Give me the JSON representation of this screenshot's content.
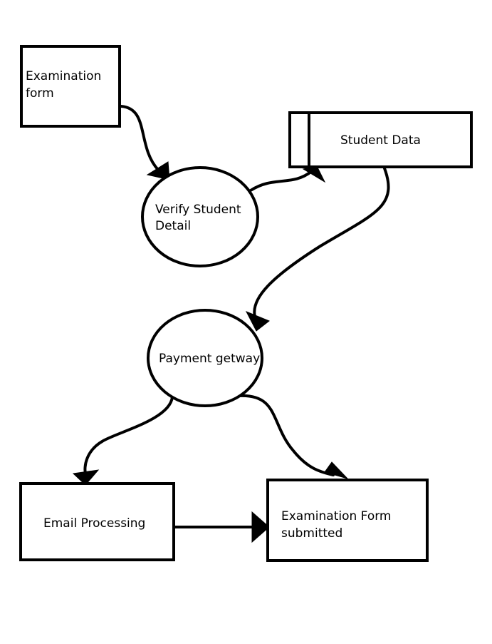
{
  "diagram": {
    "nodes": [
      {
        "id": "examination-form",
        "kind": "external-entity",
        "lines": [
          "Examination",
          "form"
        ]
      },
      {
        "id": "student-data",
        "kind": "data-store",
        "lines": [
          "Student Data"
        ]
      },
      {
        "id": "verify-student-detail",
        "kind": "process",
        "lines": [
          "Verify Student",
          "Detail"
        ]
      },
      {
        "id": "payment-getway",
        "kind": "process",
        "lines": [
          "Payment getway"
        ]
      },
      {
        "id": "email-processing",
        "kind": "external-entity",
        "lines": [
          "Email Processing"
        ]
      },
      {
        "id": "examination-form-submitted",
        "kind": "external-entity",
        "lines": [
          "Examination Form",
          "submitted"
        ]
      }
    ],
    "edges": [
      {
        "from": "examination-form",
        "to": "verify-student-detail"
      },
      {
        "from": "verify-student-detail",
        "to": "student-data"
      },
      {
        "from": "student-data",
        "to": "payment-getway"
      },
      {
        "from": "payment-getway",
        "to": "email-processing"
      },
      {
        "from": "payment-getway",
        "to": "examination-form-submitted"
      },
      {
        "from": "email-processing",
        "to": "examination-form-submitted"
      }
    ]
  }
}
